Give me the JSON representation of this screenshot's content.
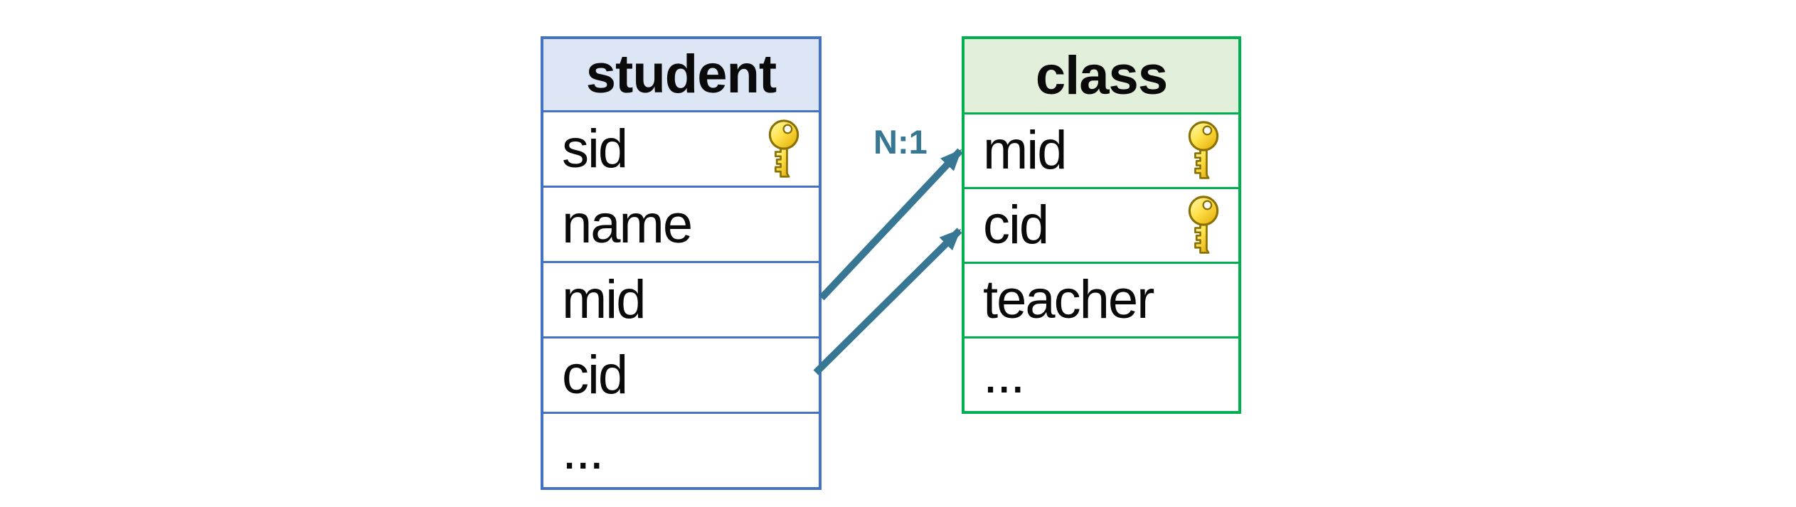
{
  "diagram": {
    "background_color": "#ffffff",
    "text_color": "#0a0a0a",
    "relationship_label": "N:1",
    "arrow_color": "#377794",
    "icons": {
      "primary_key": "key-icon"
    },
    "key_icon_colors": {
      "fill_light": "#fff9b8",
      "fill_mid": "#ffe14a",
      "fill_dark": "#dfa700",
      "outline": "#8a7000",
      "hole": "#ffffff"
    },
    "tables": [
      {
        "title": "student",
        "border_color": "#4472c4",
        "header_fill": "#dce6f4",
        "fields": [
          {
            "name": "sid",
            "key": true
          },
          {
            "name": "name",
            "key": false
          },
          {
            "name": "mid",
            "key": false
          },
          {
            "name": "cid",
            "key": false
          },
          {
            "name": "...",
            "key": false
          }
        ]
      },
      {
        "title": "class",
        "border_color": "#00b050",
        "header_fill": "#e2efda",
        "fields": [
          {
            "name": "mid",
            "key": true
          },
          {
            "name": "cid",
            "key": true
          },
          {
            "name": "teacher",
            "key": false
          },
          {
            "name": "...",
            "key": false
          }
        ]
      }
    ],
    "relations": [
      {
        "from": "student.mid",
        "to": "class.mid",
        "cardinality": "N:1"
      },
      {
        "from": "student.cid",
        "to": "class.cid",
        "cardinality": "N:1"
      }
    ]
  }
}
